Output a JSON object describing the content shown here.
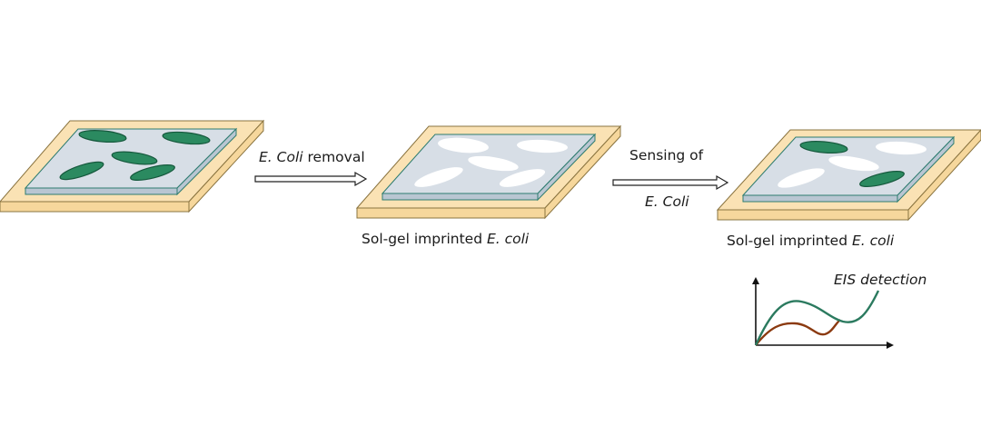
{
  "colors": {
    "base_fill": "#fae2b4",
    "base_side": "#f6d79c",
    "base_stroke": "#8a7440",
    "gel_fill": "#d7dee6",
    "gel_side": "#b9c6d2",
    "gel_stroke": "#2e7c70",
    "bacteria_fill": "#2b8a60",
    "bacteria_stroke": "#16593d",
    "imprint_fill": "#ffffff",
    "curve_green": "#2b7a5f",
    "curve_brown": "#8b3a10"
  },
  "labels": {
    "removal_italic": "E. Coli",
    "removal_text": " removal",
    "imprinted1_text": "Sol-gel imprinted ",
    "imprinted1_italic": "E. coli",
    "sensing_line1": "Sensing of",
    "sensing_line2": "E. Coli",
    "imprinted2_text": "Sol-gel imprinted ",
    "imprinted2_italic": "E. coli",
    "eis": "EIS detection"
  }
}
